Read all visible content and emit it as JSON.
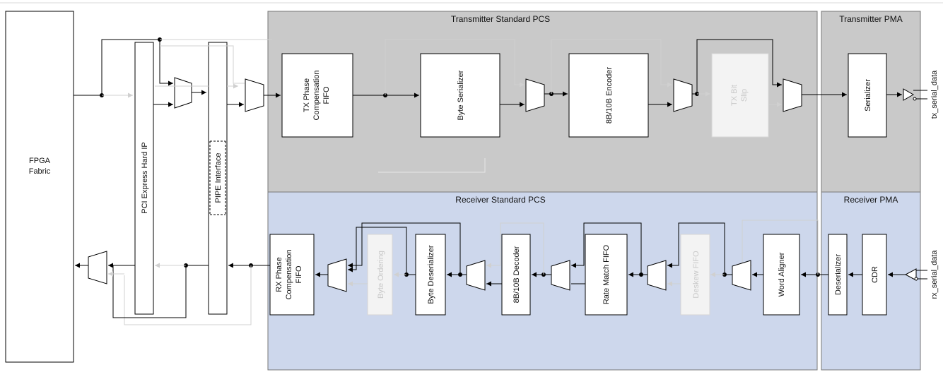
{
  "regions": {
    "tx_pcs": "Transmitter Standard PCS",
    "tx_pma": "Transmitter PMA",
    "rx_pcs": "Receiver Standard PCS",
    "rx_pma": "Receiver PMA"
  },
  "blocks": {
    "fpga_line1": "FPGA",
    "fpga_line2": "Fabric",
    "pcie_hard_ip": "PCI Express Hard IP",
    "pipe_interface": "PIPE Interface",
    "tx_phase_fifo_line1": "TX Phase",
    "tx_phase_fifo_line2": "Compensation",
    "tx_phase_fifo_line3": "FIFO",
    "byte_serializer": "Byte Serializer",
    "encoder_8b10b": "8B/10B Encoder",
    "tx_bit_slip_line1": "TX Bit",
    "tx_bit_slip_line2": "Slip",
    "serializer": "Serializer",
    "rx_phase_fifo_line1": "RX Phase",
    "rx_phase_fifo_line2": "Compensation",
    "rx_phase_fifo_line3": "FIFO",
    "byte_ordering": "Byte Ordering",
    "byte_deserializer": "Byte Deserializer",
    "decoder_8b10b": "8B/10B Decoder",
    "rate_match_fifo": "Rate Match FIFO",
    "deskew_fifo": "Deskew FIFO",
    "word_aligner": "Word Aligner",
    "deserializer": "Deserializer",
    "cdr": "CDR"
  },
  "signals": {
    "tx_serial_data": "tx_serial_data",
    "rx_serial_data": "rx_serial_data"
  },
  "colors": {
    "tx_region": "#c9c9c9",
    "rx_region": "#cdd7ec",
    "active_line": "#000000",
    "inactive": "#d0d0d0"
  }
}
